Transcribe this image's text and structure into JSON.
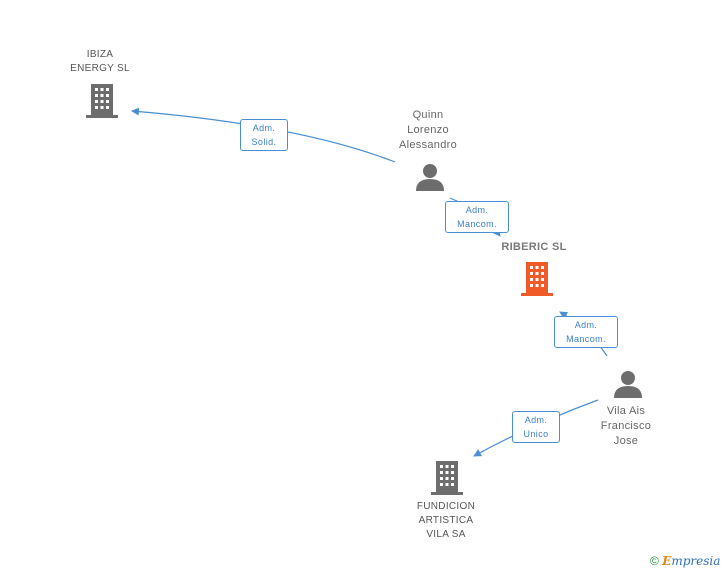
{
  "nodes": {
    "ibiza": {
      "label": "IBIZA\nENERGY SL",
      "type": "company"
    },
    "quinn": {
      "label": "Quinn\nLorenzo\nAlessandro",
      "type": "person"
    },
    "riberic": {
      "label": "RIBERIC SL",
      "type": "company-main"
    },
    "vila": {
      "label": "Vila Ais\nFrancisco\nJose",
      "type": "person"
    },
    "fundicion": {
      "label": "FUNDICION\nARTISTICA\nVILA SA",
      "type": "company"
    }
  },
  "edges": [
    {
      "from": "quinn",
      "to": "ibiza",
      "label": "Adm.\nSolid."
    },
    {
      "from": "quinn",
      "to": "riberic",
      "label": "Adm.\nMancom."
    },
    {
      "from": "vila",
      "to": "riberic",
      "label": "Adm.\nMancom."
    },
    {
      "from": "vila",
      "to": "fundicion",
      "label": "Adm.\nUnico"
    }
  ],
  "colors": {
    "edge": "#4a8fd6",
    "company_icon": "#6d6d6d",
    "main_company_icon": "#f05a28",
    "person_icon": "#6d6d6d"
  },
  "footer": {
    "copyright_symbol": "©",
    "brand_first": "E",
    "brand_rest": "mpresia"
  }
}
